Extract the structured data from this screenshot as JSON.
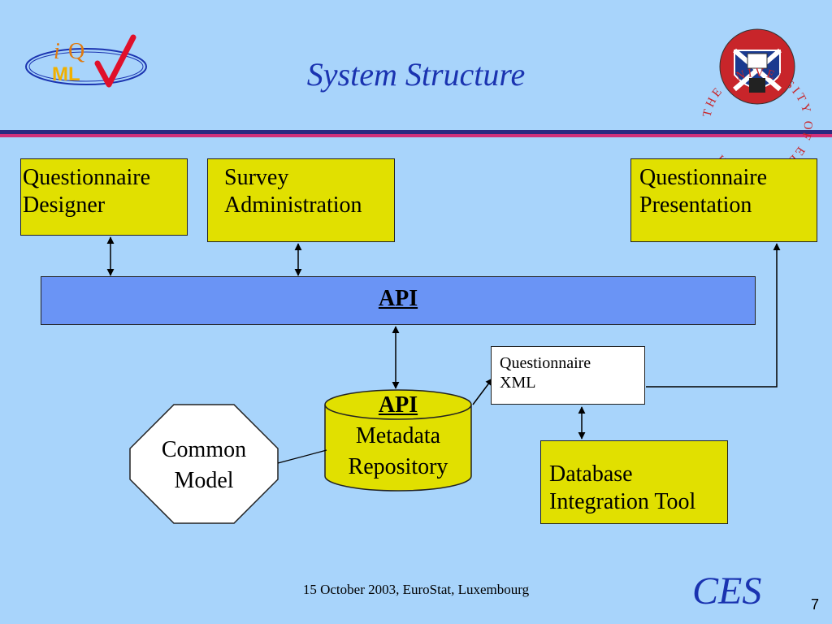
{
  "title": "System Structure",
  "logo_left": {
    "letters_i": "i",
    "letters_q": "Q",
    "letters_ml": "ML"
  },
  "logo_right": {
    "ring_text": "THE UNIVERSITY OF EDINBURGH"
  },
  "nodes": {
    "questionnaire_designer": {
      "line1": "Questionnaire",
      "line2": "Designer"
    },
    "survey_administration": {
      "line1": "Survey",
      "line2": "Administration"
    },
    "questionnaire_presentation": {
      "line1": "Questionnaire",
      "line2": "Presentation"
    },
    "api_bar": "API",
    "questionnaire_xml": {
      "line1": "Questionnaire",
      "line2": "XML"
    },
    "metadata_repository": {
      "title": "API",
      "line1": "Metadata",
      "line2": "Repository"
    },
    "common_model": {
      "line1": "Common",
      "line2": "Model"
    },
    "database_tool": {
      "line1": "Database",
      "line2": "Integration Tool"
    }
  },
  "footer": "15 October 2003, EuroStat, Luxembourg",
  "footer_brand": "CES",
  "page_number": "7",
  "colors": {
    "background": "#a8d4fb",
    "box": "#e1e000",
    "api": "#6a94f5",
    "title": "#1a33b0",
    "rule1": "#2a2a80",
    "rule2": "#d0307a"
  }
}
